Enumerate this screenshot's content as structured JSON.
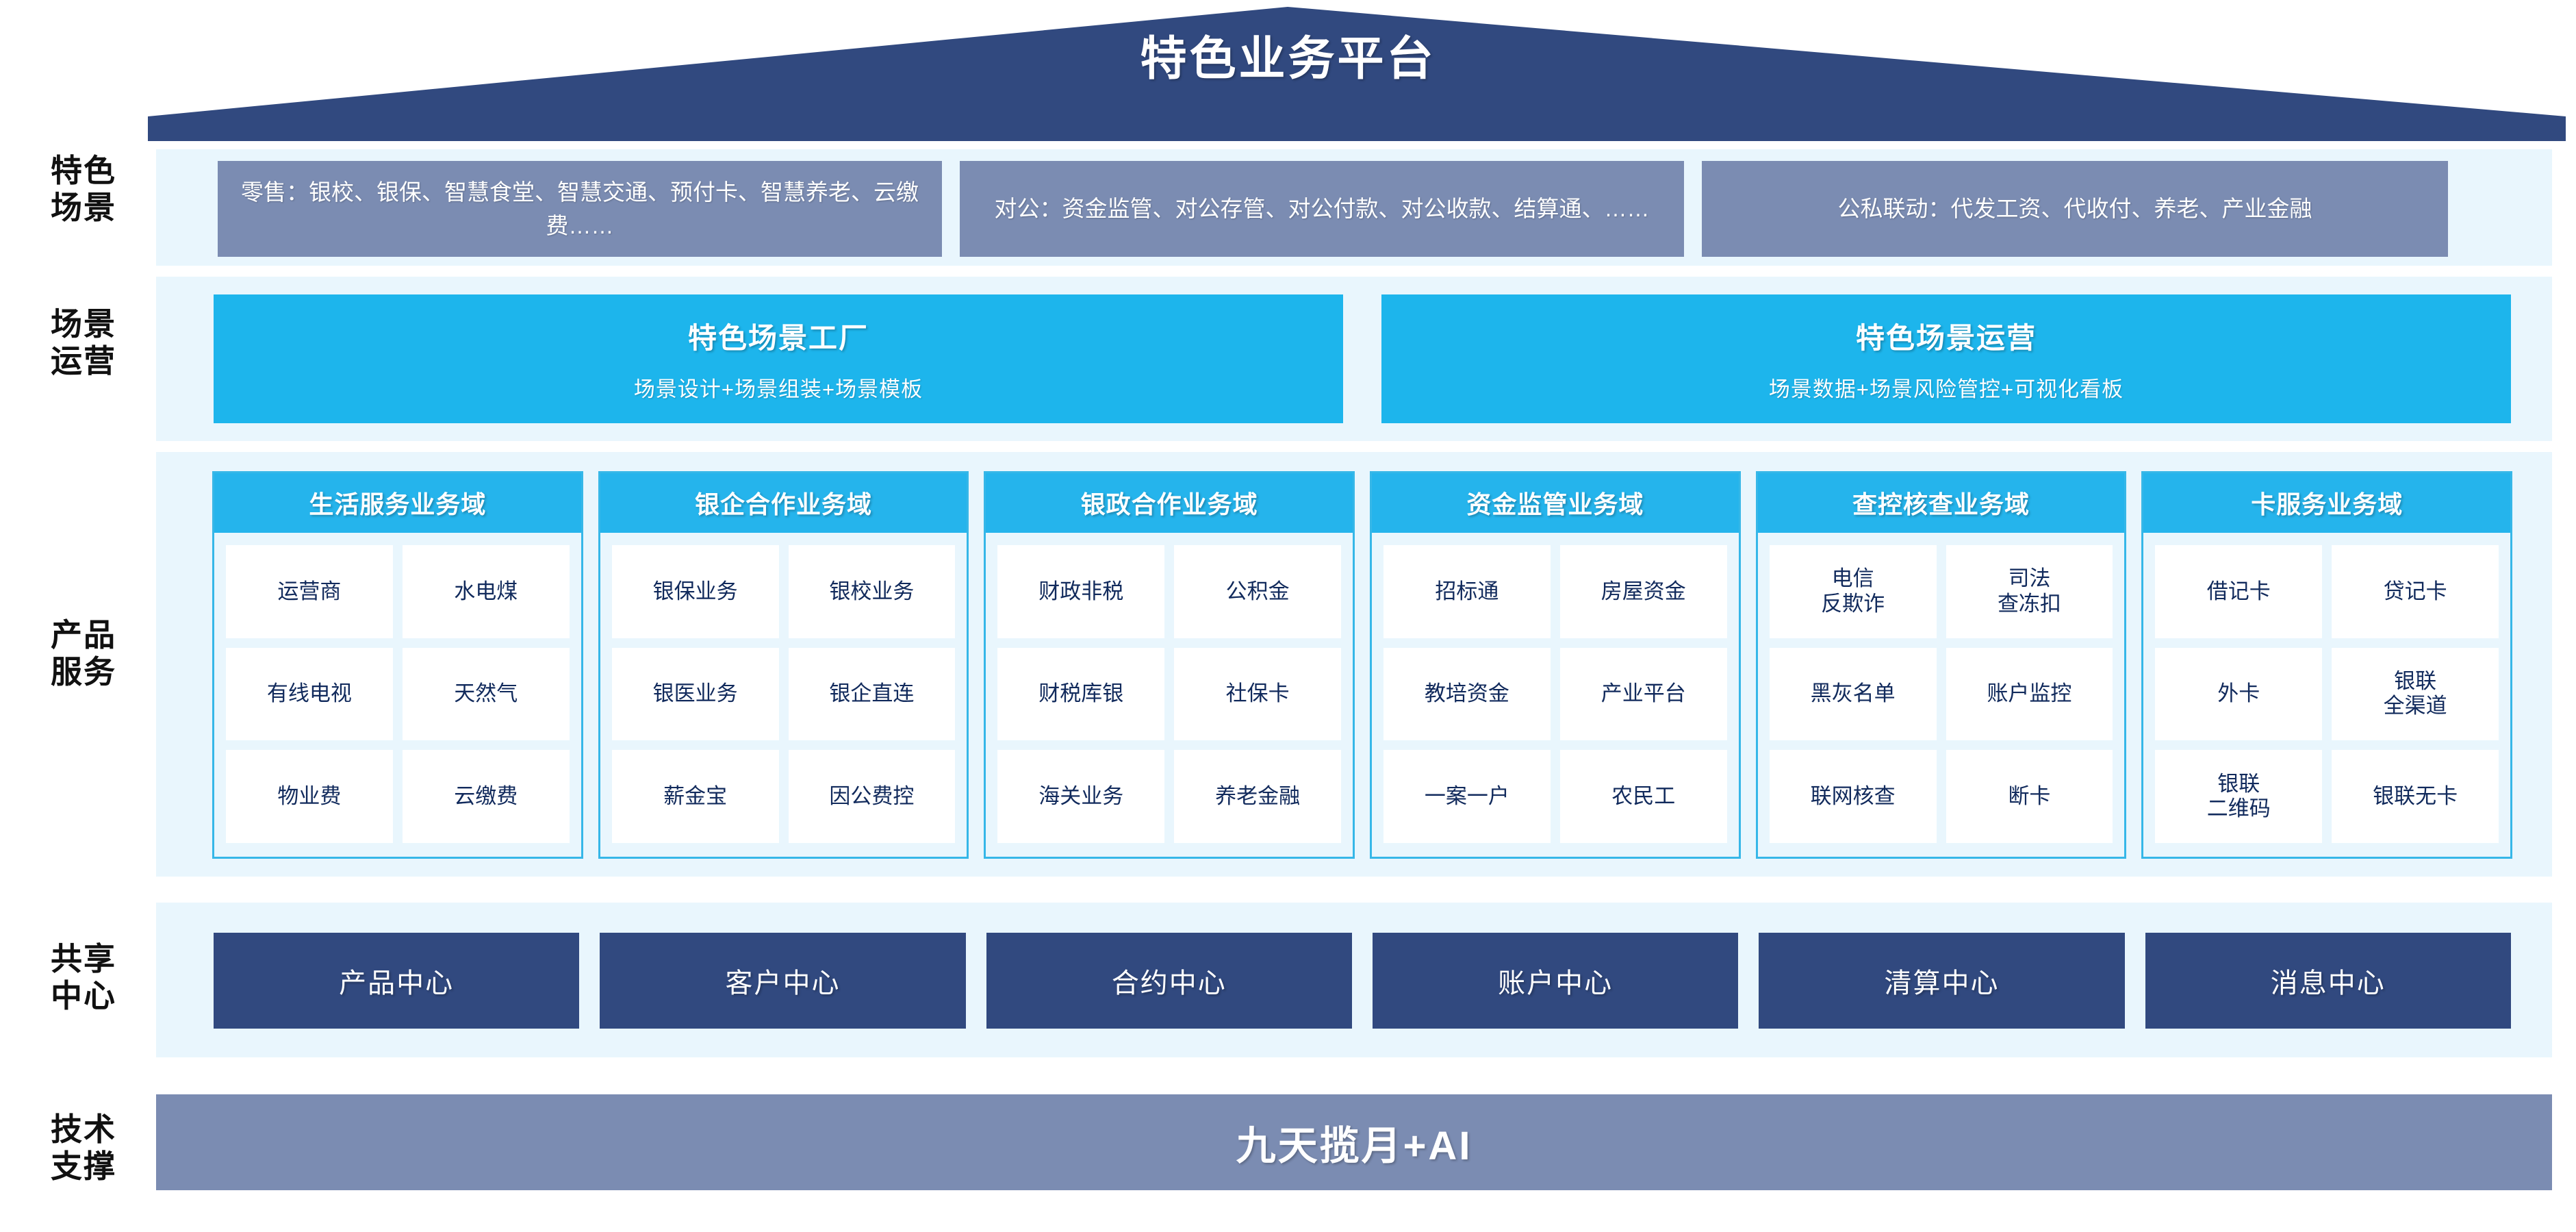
{
  "header": {
    "title": "特色业务平台"
  },
  "row_labels": {
    "scenarios": "特色\n场景",
    "operations": "场景\n运营",
    "products": "产品\n服务",
    "shared_centers": "共享\n中心",
    "tech_support": "技术\n支撑"
  },
  "scenarios": {
    "items": [
      {
        "label": "零售：银校、银保、智慧食堂、智慧交通、预付卡、智慧养老、云缴费……"
      },
      {
        "label": "对公：资金监管、对公存管、对公付款、对公收款、结算通、……"
      },
      {
        "label": "公私联动：代发工资、代收付、养老、产业金融"
      }
    ]
  },
  "operations": {
    "items": [
      {
        "title": "特色场景工厂",
        "subtitle": "场景设计+场景组装+场景模板"
      },
      {
        "title": "特色场景运营",
        "subtitle": "场景数据+场景风险管控+可视化看板"
      }
    ]
  },
  "product_domains": [
    {
      "title": "生活服务业务域",
      "items": [
        "运营商",
        "水电煤",
        "有线电视",
        "天然气",
        "物业费",
        "云缴费"
      ]
    },
    {
      "title": "银企合作业务域",
      "items": [
        "银保业务",
        "银校业务",
        "银医业务",
        "银企直连",
        "薪金宝",
        "因公费控"
      ]
    },
    {
      "title": "银政合作业务域",
      "items": [
        "财政非税",
        "公积金",
        "财税库银",
        "社保卡",
        "海关业务",
        "养老金融"
      ]
    },
    {
      "title": "资金监管业务域",
      "items": [
        "招标通",
        "房屋资金",
        "教培资金",
        "产业平台",
        "一案一户",
        "农民工"
      ]
    },
    {
      "title": "查控核查业务域",
      "items": [
        "电信\n反欺诈",
        "司法\n查冻扣",
        "黑灰名单",
        "账户监控",
        "联网核查",
        "断卡"
      ]
    },
    {
      "title": "卡服务业务域",
      "items": [
        "借记卡",
        "贷记卡",
        "外卡",
        "银联\n全渠道",
        "银联\n二维码",
        "银联无卡"
      ]
    }
  ],
  "shared_centers": {
    "items": [
      "产品中心",
      "客户中心",
      "合约中心",
      "账户中心",
      "清算中心",
      "消息中心"
    ]
  },
  "tech_support": {
    "label": "九天揽月+AI"
  },
  "colors": {
    "roof_navy": "#31497f",
    "band_pale_blue": "#e9f6fd",
    "scenario_slate": "#7b8cb2",
    "operation_cyan": "#1db5ec",
    "domain_header_cyan": "#25b4ec",
    "domain_border_cyan": "#36b7e8",
    "center_navy": "#31497f",
    "tile_text_navy": "#112a5c",
    "tech_slate": "#7b8cb2"
  }
}
